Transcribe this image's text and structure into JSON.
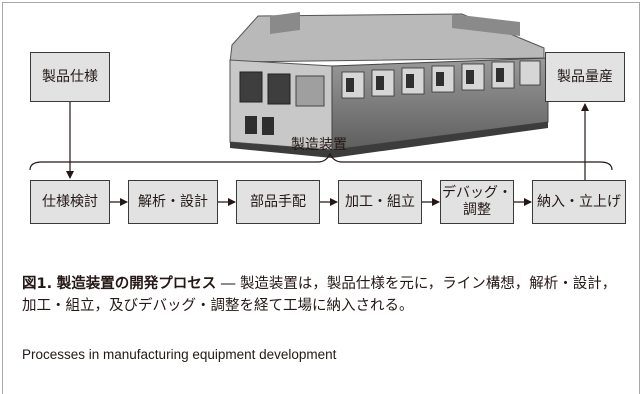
{
  "diagram": {
    "top_left_box": "製品仕様",
    "top_right_box": "製品量産",
    "machine_label": "製造装置",
    "process_steps": [
      "仕様検討",
      "解析・設計",
      "部品手配",
      "加工・組立",
      "デバッグ・\n調整",
      "納入・立上げ"
    ]
  },
  "caption": {
    "figure_number": "図1.",
    "title": "製造装置の開発プロセス",
    "dash": " ― ",
    "body": "製造装置は，製品仕様を元に，ライン構想，解析・設計，加工・組立，及びデバッグ・調整を経て工場に納入される。",
    "english": "Processes in manufacturing equipment development"
  },
  "colors": {
    "box_fill": "#e2e2e2",
    "box_border": "#3a3a3a",
    "text": "#231815",
    "frame": "#a8a8a8"
  },
  "icons": [
    "manufacturing-machine-illustration",
    "arrow-right-icon",
    "arrow-down-icon",
    "arrow-up-icon",
    "curly-brace"
  ]
}
